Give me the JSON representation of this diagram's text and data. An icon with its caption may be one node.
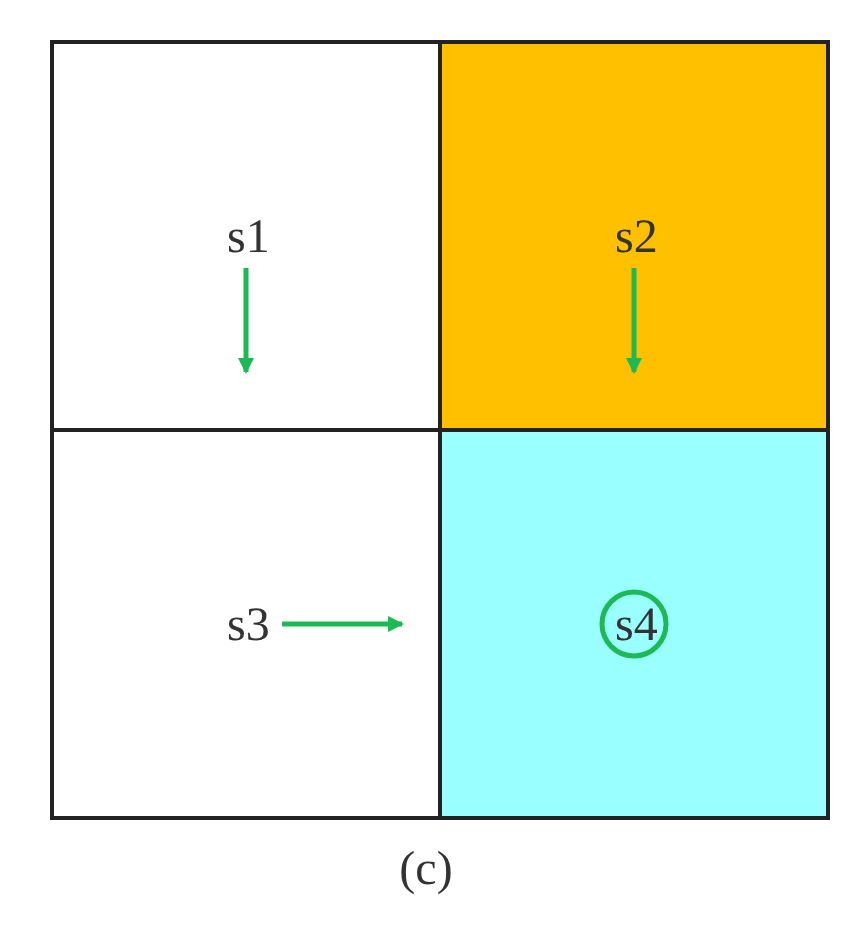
{
  "diagram": {
    "caption": "(c)",
    "nodes": [
      {
        "text": [
          "s1"
        ]
      },
      {
        "text": [
          "s2"
        ]
      },
      {
        "text": [
          "s3"
        ]
      },
      {
        "text": [
          "s4"
        ]
      }
    ]
  }
}
